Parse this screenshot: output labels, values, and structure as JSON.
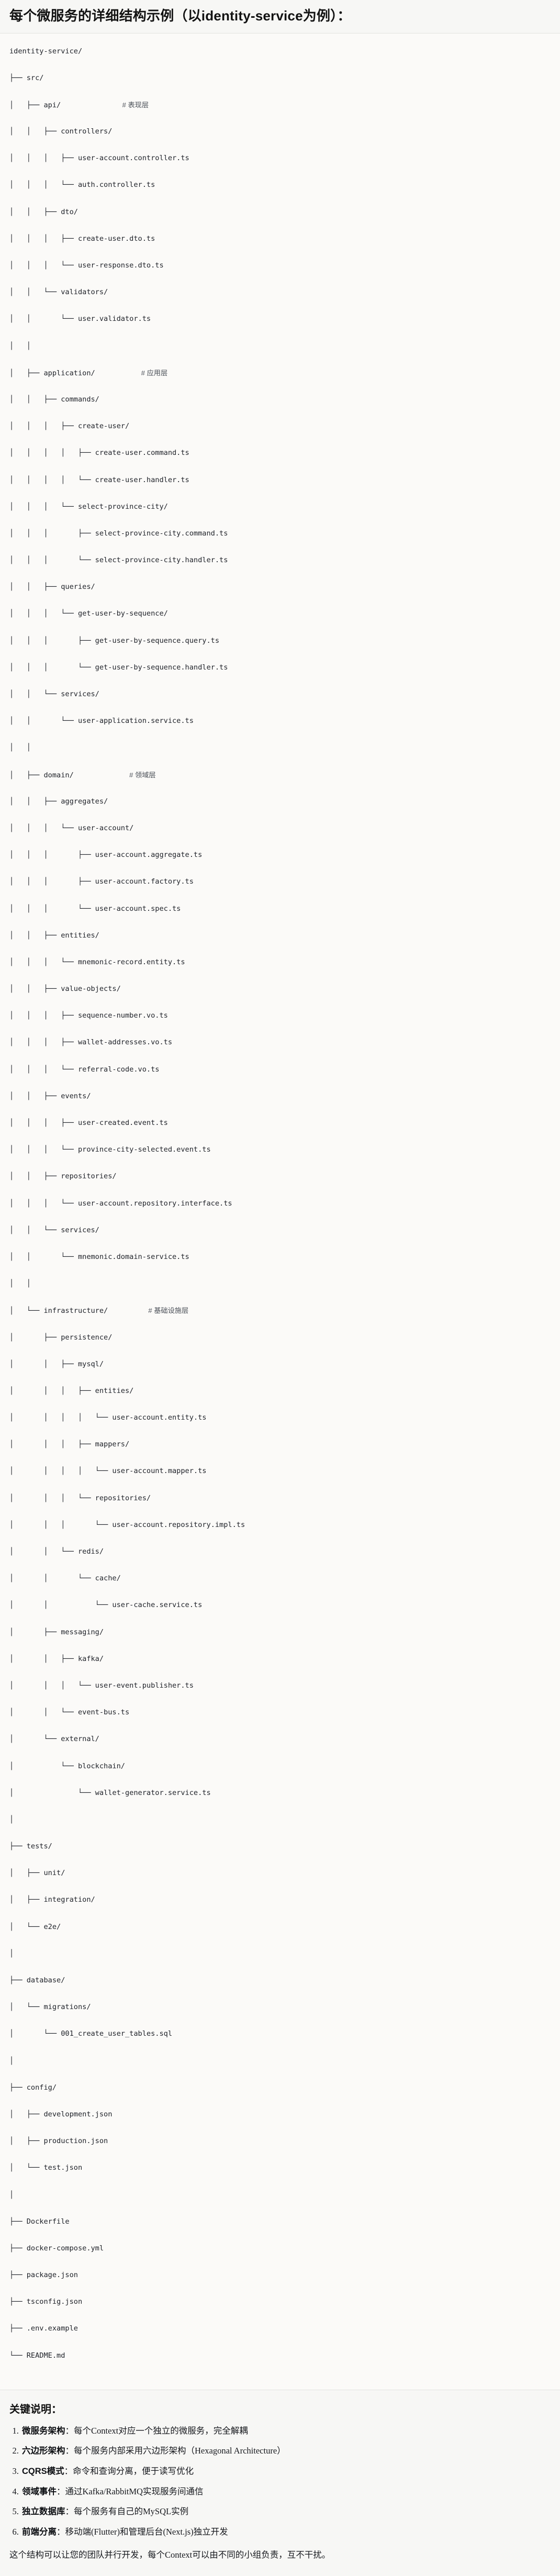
{
  "header": {
    "title": "每个微服务的详细结构示例（以identity-service为例）："
  },
  "tree": {
    "root_label": "identity-service/",
    "lines": [
      {
        "path": "identity-service/",
        "comment": ""
      },
      {
        "path": "├── src/",
        "comment": ""
      },
      {
        "path": "│   ├── api/",
        "comment": "# 表现层"
      },
      {
        "path": "│   │   ├── controllers/",
        "comment": ""
      },
      {
        "path": "│   │   │   ├── user-account.controller.ts",
        "comment": ""
      },
      {
        "path": "│   │   │   └── auth.controller.ts",
        "comment": ""
      },
      {
        "path": "│   │   ├── dto/",
        "comment": ""
      },
      {
        "path": "│   │   │   ├── create-user.dto.ts",
        "comment": ""
      },
      {
        "path": "│   │   │   └── user-response.dto.ts",
        "comment": ""
      },
      {
        "path": "│   │   └── validators/",
        "comment": ""
      },
      {
        "path": "│   │       └── user.validator.ts",
        "comment": ""
      },
      {
        "path": "│   │",
        "comment": ""
      },
      {
        "path": "│   ├── application/",
        "comment": "# 应用层"
      },
      {
        "path": "│   │   ├── commands/",
        "comment": ""
      },
      {
        "path": "│   │   │   ├── create-user/",
        "comment": ""
      },
      {
        "path": "│   │   │   │   ├── create-user.command.ts",
        "comment": ""
      },
      {
        "path": "│   │   │   │   └── create-user.handler.ts",
        "comment": ""
      },
      {
        "path": "│   │   │   └── select-province-city/",
        "comment": ""
      },
      {
        "path": "│   │   │       ├── select-province-city.command.ts",
        "comment": ""
      },
      {
        "path": "│   │   │       └── select-province-city.handler.ts",
        "comment": ""
      },
      {
        "path": "│   │   ├── queries/",
        "comment": ""
      },
      {
        "path": "│   │   │   └── get-user-by-sequence/",
        "comment": ""
      },
      {
        "path": "│   │   │       ├── get-user-by-sequence.query.ts",
        "comment": ""
      },
      {
        "path": "│   │   │       └── get-user-by-sequence.handler.ts",
        "comment": ""
      },
      {
        "path": "│   │   └── services/",
        "comment": ""
      },
      {
        "path": "│   │       └── user-application.service.ts",
        "comment": ""
      },
      {
        "path": "│   │",
        "comment": ""
      },
      {
        "path": "│   ├── domain/",
        "comment": "# 领域层"
      },
      {
        "path": "│   │   ├── aggregates/",
        "comment": ""
      },
      {
        "path": "│   │   │   └── user-account/",
        "comment": ""
      },
      {
        "path": "│   │   │       ├── user-account.aggregate.ts",
        "comment": ""
      },
      {
        "path": "│   │   │       ├── user-account.factory.ts",
        "comment": ""
      },
      {
        "path": "│   │   │       └── user-account.spec.ts",
        "comment": ""
      },
      {
        "path": "│   │   ├── entities/",
        "comment": ""
      },
      {
        "path": "│   │   │   └── mnemonic-record.entity.ts",
        "comment": ""
      },
      {
        "path": "│   │   ├── value-objects/",
        "comment": ""
      },
      {
        "path": "│   │   │   ├── sequence-number.vo.ts",
        "comment": ""
      },
      {
        "path": "│   │   │   ├── wallet-addresses.vo.ts",
        "comment": ""
      },
      {
        "path": "│   │   │   └── referral-code.vo.ts",
        "comment": ""
      },
      {
        "path": "│   │   ├── events/",
        "comment": ""
      },
      {
        "path": "│   │   │   ├── user-created.event.ts",
        "comment": ""
      },
      {
        "path": "│   │   │   └── province-city-selected.event.ts",
        "comment": ""
      },
      {
        "path": "│   │   ├── repositories/",
        "comment": ""
      },
      {
        "path": "│   │   │   └── user-account.repository.interface.ts",
        "comment": ""
      },
      {
        "path": "│   │   └── services/",
        "comment": ""
      },
      {
        "path": "│   │       └── mnemonic.domain-service.ts",
        "comment": ""
      },
      {
        "path": "│   │",
        "comment": ""
      },
      {
        "path": "│   └── infrastructure/",
        "comment": "# 基础设施层"
      },
      {
        "path": "│       ├── persistence/",
        "comment": ""
      },
      {
        "path": "│       │   ├── mysql/",
        "comment": ""
      },
      {
        "path": "│       │   │   ├── entities/",
        "comment": ""
      },
      {
        "path": "│       │   │   │   └── user-account.entity.ts",
        "comment": ""
      },
      {
        "path": "│       │   │   ├── mappers/",
        "comment": ""
      },
      {
        "path": "│       │   │   │   └── user-account.mapper.ts",
        "comment": ""
      },
      {
        "path": "│       │   │   └── repositories/",
        "comment": ""
      },
      {
        "path": "│       │   │       └── user-account.repository.impl.ts",
        "comment": ""
      },
      {
        "path": "│       │   └── redis/",
        "comment": ""
      },
      {
        "path": "│       │       └── cache/",
        "comment": ""
      },
      {
        "path": "│       │           └── user-cache.service.ts",
        "comment": ""
      },
      {
        "path": "│       ├── messaging/",
        "comment": ""
      },
      {
        "path": "│       │   ├── kafka/",
        "comment": ""
      },
      {
        "path": "│       │   │   └── user-event.publisher.ts",
        "comment": ""
      },
      {
        "path": "│       │   └── event-bus.ts",
        "comment": ""
      },
      {
        "path": "│       └── external/",
        "comment": ""
      },
      {
        "path": "│           └── blockchain/",
        "comment": ""
      },
      {
        "path": "│               └── wallet-generator.service.ts",
        "comment": ""
      },
      {
        "path": "│",
        "comment": ""
      },
      {
        "path": "├── tests/",
        "comment": ""
      },
      {
        "path": "│   ├── unit/",
        "comment": ""
      },
      {
        "path": "│   ├── integration/",
        "comment": ""
      },
      {
        "path": "│   └── e2e/",
        "comment": ""
      },
      {
        "path": "│",
        "comment": ""
      },
      {
        "path": "├── database/",
        "comment": ""
      },
      {
        "path": "│   └── migrations/",
        "comment": ""
      },
      {
        "path": "│       └── 001_create_user_tables.sql",
        "comment": ""
      },
      {
        "path": "│",
        "comment": ""
      },
      {
        "path": "├── config/",
        "comment": ""
      },
      {
        "path": "│   ├── development.json",
        "comment": ""
      },
      {
        "path": "│   ├── production.json",
        "comment": ""
      },
      {
        "path": "│   └── test.json",
        "comment": ""
      },
      {
        "path": "│",
        "comment": ""
      },
      {
        "path": "├── Dockerfile",
        "comment": ""
      },
      {
        "path": "├── docker-compose.yml",
        "comment": ""
      },
      {
        "path": "├── package.json",
        "comment": ""
      },
      {
        "path": "├── tsconfig.json",
        "comment": ""
      },
      {
        "path": "├── .env.example",
        "comment": ""
      },
      {
        "path": "└── README.md",
        "comment": ""
      }
    ]
  },
  "notes": {
    "title": "关键说明：",
    "items": [
      {
        "term": "微服务架构",
        "sep": "：",
        "text": "每个Context对应一个独立的微服务，完全解耦"
      },
      {
        "term": "六边形架构",
        "sep": "：",
        "text": "每个服务内部采用六边形架构（Hexagonal Architecture）"
      },
      {
        "term": "CQRS模式",
        "sep": "：",
        "text": "命令和查询分离，便于读写优化"
      },
      {
        "term": "领域事件",
        "sep": "：",
        "text": "通过Kafka/RabbitMQ实现服务间通信"
      },
      {
        "term": "独立数据库",
        "sep": "：",
        "text": "每个服务有自己的MySQL实例"
      },
      {
        "term": "前端分离",
        "sep": "：",
        "text": "移动端(Flutter)和管理后台(Next.js)独立开发"
      }
    ],
    "footer": "这个结构可以让您的团队并行开发，每个Context可以由不同的小组负责，互不干扰。"
  },
  "colors": {
    "header_bg": "#f7f7f5",
    "code_bg": "#fbfaf8",
    "notes_bg": "#f7f7f5",
    "text": "#1a1a1a",
    "comment": "#4a4f57",
    "divider": "#e3e3df"
  }
}
